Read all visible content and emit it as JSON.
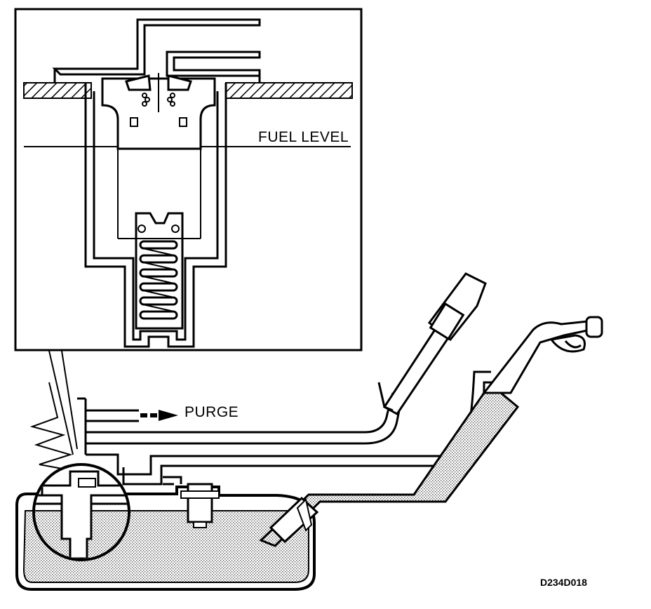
{
  "labels": {
    "fuel_level": "FUEL LEVEL",
    "purge": "PURGE",
    "figure_code": "D234D018"
  }
}
